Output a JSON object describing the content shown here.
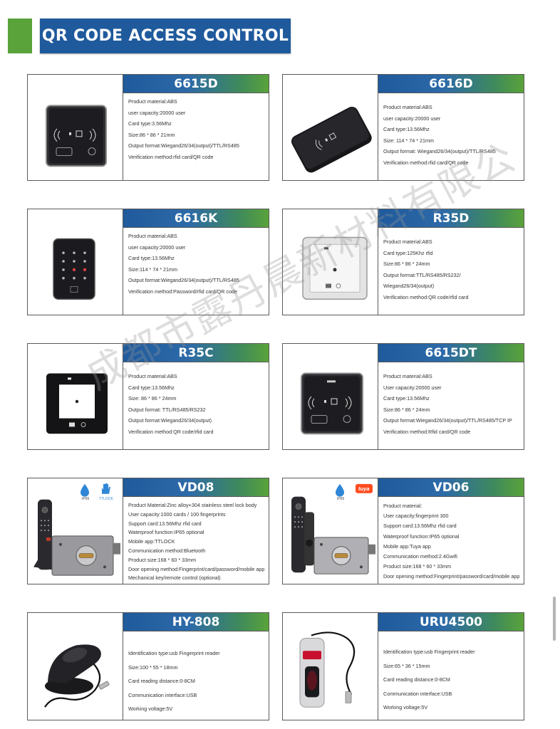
{
  "header": {
    "title": "QR CODE ACCESS CONTROL"
  },
  "watermark": "成都市露丹晨新材料有限公",
  "products": [
    {
      "name": "6615D",
      "specs": [
        "Product material:ABS",
        "user capacity:20000 user",
        "Card type:3.56Mhz",
        "Size:86 * 86 * 21mm",
        "Output format:Wiegand26/34(output)/TTL/RS485",
        "Verification method:rfid card/QR code"
      ]
    },
    {
      "name": "6616D",
      "specs": [
        "Product material:ABS",
        "user capacity:20000 user",
        "Card type:13.56Mhz",
        "Size: 114 * 74 * 21mm",
        "Output format: Wiegand26/34(output)/TTL/RS485",
        "Verification method:rfid card/QR code"
      ]
    },
    {
      "name": "6616K",
      "specs": [
        "Product material:ABS",
        "user capacity:20000 user",
        "Card type:13.56Mhz",
        "Size:114 * 74 * 21mm",
        "Output format:Wiegand26/34(output)/TTL/RS485",
        "Verification method:Password/rfid card/QR code"
      ]
    },
    {
      "name": "R35D",
      "specs": [
        "Product material:ABS",
        "Card type:125Khz rfid",
        "Size:86 * 86 * 24mm",
        "Output format:TTL/RS485/RS232/",
        "Wiegand26/34(output)",
        "Verification method:QR code/rfid card"
      ]
    },
    {
      "name": "R35C",
      "specs": [
        "Product material:ABS",
        "Card type:13.56Mhz",
        "Size: 86 * 86 * 24mm",
        "Output format: TTL/RS485/RS232",
        "Output format:Wiegand26/34(output)",
        "Verification method:QR code/rfid card"
      ]
    },
    {
      "name": "6615DT",
      "specs": [
        "Product material:ABS",
        "User capacity:20000 user",
        "Card type:13.56Mhz",
        "Size:86 * 86 * 24mm",
        "Output format:Wiegand26/34(output)/TTL/RS485/TCP IP",
        "Verification method:Rfid card/QR code"
      ]
    },
    {
      "name": "VD08",
      "badges": [
        "IP65",
        "TTLOCK"
      ],
      "specs": [
        "Product Material:Zinc alloy+304 stainless steel lock body",
        "User capacity:1000 cards / 100 fingerprints",
        "Support card:13.56Mhz rfid card",
        "Waterproof function:IP65 optional",
        "Mobile app:TTLOCK",
        "Communication method:Bluetooth",
        "Product size:168 * 60 * 33mm",
        "Door opening method:Fingerprint/card/password/mobile app",
        "Mechanical key/remote control (optional)"
      ]
    },
    {
      "name": "VD06",
      "badges": [
        "IP65",
        "tuya"
      ],
      "specs": [
        "Product material:",
        "User capacity:fingerprint 300",
        "Support card:13.56Mhz rfid card",
        "Waterproof function:IP65 optional",
        "Mobile app:Tuya app",
        "Communication method:2.4Gwifi",
        "Product size:168 * 60 * 33mm",
        "Door opening method:Fingerprint/password/card/mobile app"
      ]
    },
    {
      "name": "HY-808",
      "specs": [
        "Identification type:usb Fingerprint reader",
        "Size:100 * 55 * 18mm",
        "Card reading distance:0-8CM",
        "Communication interface:USB",
        "Working voltage:5V"
      ]
    },
    {
      "name": "URU4500",
      "specs": [
        "Identification type:usb Fingerprint reader",
        "Size:65 * 36 * 15mm",
        "Card reading distance:0-8CM",
        "Communication interface:USB",
        "Working voltage:5V"
      ]
    }
  ]
}
